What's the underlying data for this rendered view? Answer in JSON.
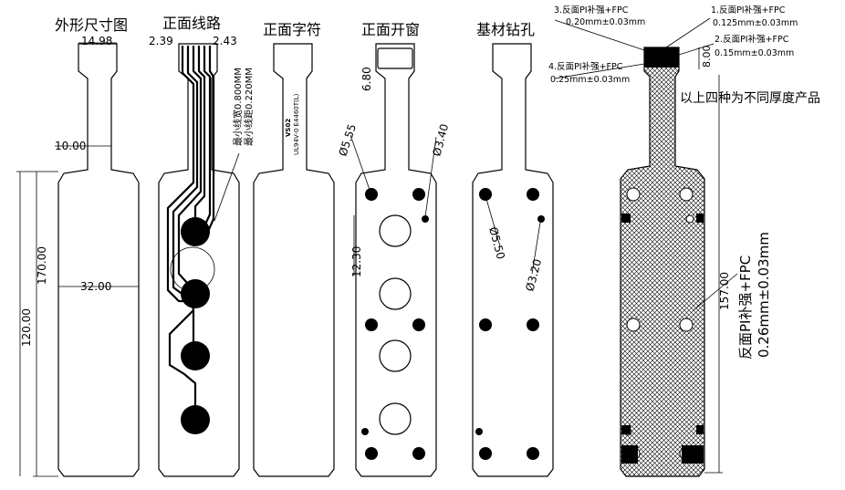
{
  "panels": {
    "outline": {
      "title": "外形尺寸图",
      "dim_top": "14.98",
      "dim_neck": "10.00",
      "dim_width": "32.00",
      "dim_170": "170.00",
      "dim_120": "120.00"
    },
    "traces": {
      "title": "正面线路",
      "dim_left": "2.39",
      "dim_right": "2.43",
      "note_line1": "最小线宽0.800MM",
      "note_line2": "最小线距0.220MM"
    },
    "legend": {
      "title": "正面字符",
      "marking_line1": "VS02",
      "marking_line2": "UL94V-0 E4460T(L)"
    },
    "coverlay": {
      "title": "正面开窗",
      "dim_top": "6.80",
      "dim_hole_big": "Ø5.55",
      "dim_hole_small": "Ø3.40",
      "dim_12": "12.30"
    },
    "drill": {
      "title": "基材钻孔",
      "dim_550": "Ø5.50",
      "dim_320": "Ø3.20"
    },
    "stiffener": {
      "callout1_title": "1.反面PI补强+FPC",
      "callout1_value": "0.125mm±0.03mm",
      "callout2_title": "2.反面PI补强+FPC",
      "callout2_value": "0.15mm±0.03mm",
      "callout3_title": "3.反面PI补强+FPC",
      "callout3_value": "0.20mm±0.03mm",
      "callout4_title": "4.反面PI补强+FPC",
      "callout4_value": "0.25mm±0.03mm",
      "dim_800": "8.00",
      "note": "以上四种为不同厚度产品",
      "dim_157": "157.00",
      "side_title": "反面PI补强+FPC",
      "side_value": "0.26mm±0.03mm"
    }
  }
}
